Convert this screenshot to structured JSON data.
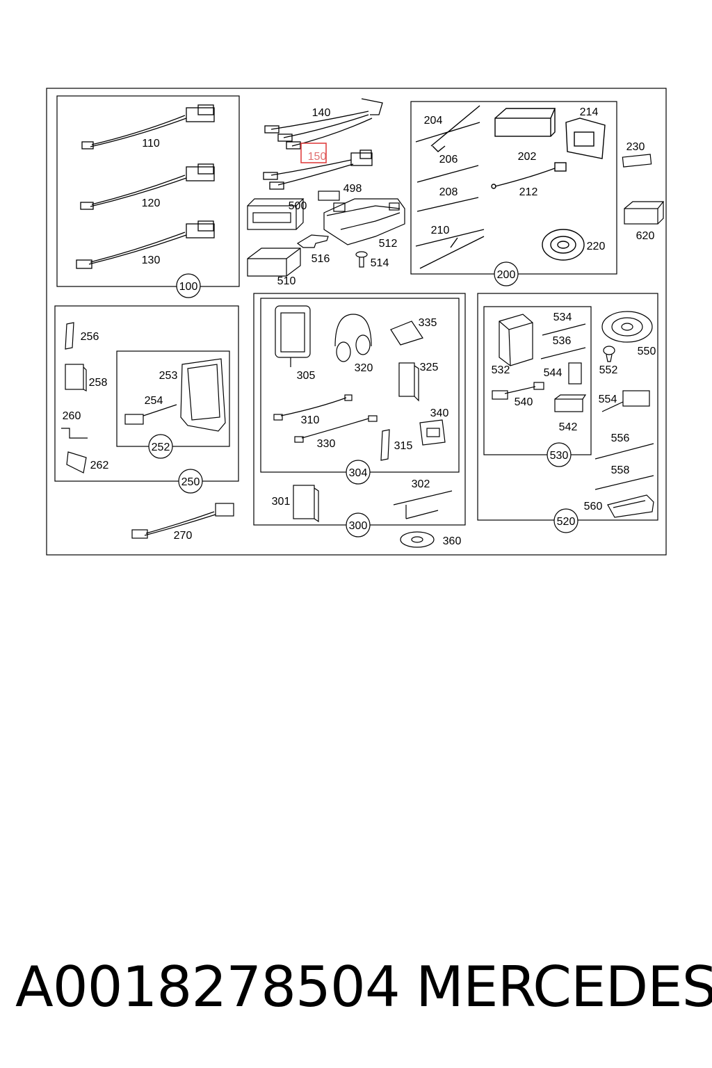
{
  "diagram": {
    "labels": {
      "l100": "100",
      "l110": "110",
      "l120": "120",
      "l130": "130",
      "l140": "140",
      "l150": "150",
      "l200": "200",
      "l202": "202",
      "l204": "204",
      "l206": "206",
      "l208": "208",
      "l210": "210",
      "l212": "212",
      "l214": "214",
      "l220": "220",
      "l230": "230",
      "l250": "250",
      "l252": "252",
      "l253": "253",
      "l254": "254",
      "l256": "256",
      "l258": "258",
      "l260": "260",
      "l262": "262",
      "l270": "270",
      "l300": "300",
      "l301": "301",
      "l302": "302",
      "l304": "304",
      "l305": "305",
      "l310": "310",
      "l315": "315",
      "l320": "320",
      "l325": "325",
      "l330": "330",
      "l335": "335",
      "l340": "340",
      "l360": "360",
      "l498": "498",
      "l500": "500",
      "l510": "510",
      "l512": "512",
      "l514": "514",
      "l516": "516",
      "l520": "520",
      "l530": "530",
      "l532": "532",
      "l534": "534",
      "l536": "536",
      "l540": "540",
      "l542": "542",
      "l544": "544",
      "l550": "550",
      "l552": "552",
      "l554": "554",
      "l556": "556",
      "l558": "558",
      "l560": "560",
      "l620": "620"
    },
    "highlight_color": "#e04040"
  },
  "caption": {
    "part_number": "A0018278504",
    "brand": "MERCEDES"
  }
}
